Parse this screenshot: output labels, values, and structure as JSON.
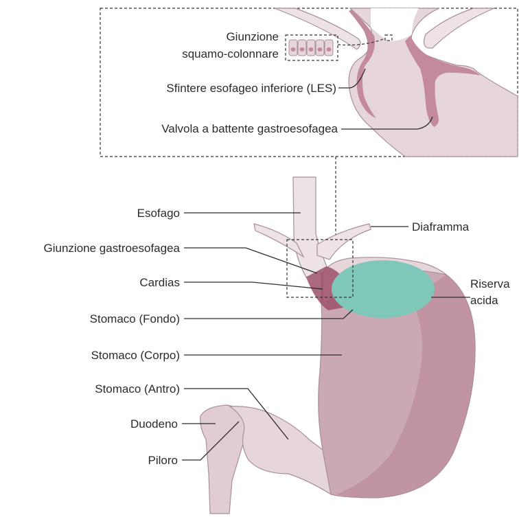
{
  "colors": {
    "background": "#ffffff",
    "stomach_light": "#e6d6da",
    "stomach_body": "#caa9b2",
    "stomach_dark": "#b98896",
    "cardia": "#9c5068",
    "les": "#c38a9b",
    "acid_pocket": "#7fc7b8",
    "esophagus": "#ede2e5",
    "line": "#2b2b2b"
  },
  "inset": {
    "labels": {
      "scj": [
        "Giunzione",
        "squamo-colonnare"
      ],
      "les": "Sfintere esofageo inferiore (LES)",
      "flap_valve": "Valvola a battente gastroesofagea"
    }
  },
  "main": {
    "labels": {
      "esophagus": "Esofago",
      "diaphragm": "Diaframma",
      "gej": "Giunzione gastroesofagea",
      "cardia": "Cardias",
      "acid_pocket": [
        "Riserva",
        "acida"
      ],
      "fundus": "Stomaco (Fondo)",
      "body": "Stomaco (Corpo)",
      "antrum": "Stomaco (Antro)",
      "duodenum": "Duodeno",
      "pylorus": "Piloro"
    }
  }
}
